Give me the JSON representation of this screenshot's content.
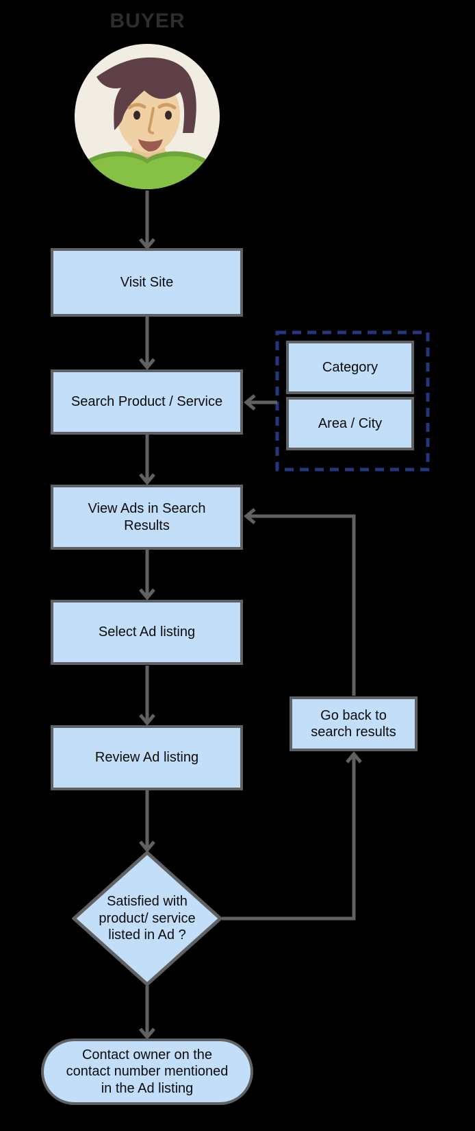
{
  "title": "BUYER",
  "colors": {
    "background": "#000000",
    "node_fill": "#c2def8",
    "node_border": "#606163",
    "connector": "#606163",
    "dashed_border": "#22377e",
    "node_text": "#0a0a0a",
    "title_text": "#2d2d2d"
  },
  "nodes": {
    "buyer": {
      "label": "BUYER",
      "type": "actor"
    },
    "visit_site": {
      "label": "Visit Site",
      "type": "process"
    },
    "search": {
      "label": "Search Product / Service",
      "type": "process"
    },
    "category": {
      "label": "Category",
      "type": "input"
    },
    "area_city": {
      "label": "Area / City",
      "type": "input"
    },
    "view_ads": {
      "label": "View Ads in Search\nResults",
      "type": "process"
    },
    "select_ad": {
      "label": "Select Ad listing",
      "type": "process"
    },
    "review_ad": {
      "label": "Review Ad listing",
      "type": "process"
    },
    "decision": {
      "label": "Satisfied with\nproduct/ service\nlisted in Ad ?",
      "type": "decision"
    },
    "go_back": {
      "label": "Go back to\nsearch results",
      "type": "process"
    },
    "contact": {
      "label": "Contact owner on the\ncontact number mentioned\nin the Ad listing",
      "type": "terminator"
    }
  },
  "edges": [
    {
      "from": "buyer",
      "to": "visit_site"
    },
    {
      "from": "visit_site",
      "to": "search"
    },
    {
      "from": "category_area_group",
      "to": "search"
    },
    {
      "from": "search",
      "to": "view_ads"
    },
    {
      "from": "view_ads",
      "to": "select_ad"
    },
    {
      "from": "select_ad",
      "to": "review_ad"
    },
    {
      "from": "review_ad",
      "to": "decision"
    },
    {
      "from": "decision",
      "to": "go_back"
    },
    {
      "from": "go_back",
      "to": "view_ads"
    },
    {
      "from": "decision",
      "to": "contact"
    }
  ]
}
